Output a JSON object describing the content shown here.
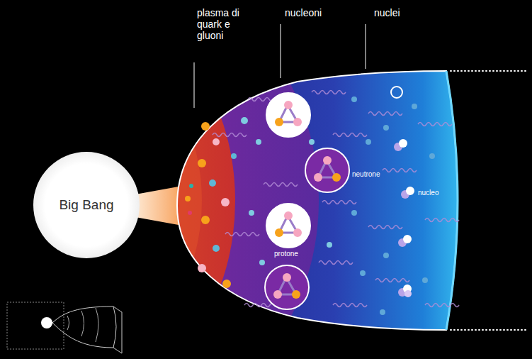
{
  "diagram": {
    "nodes": [
      {
        "text": [
          "Big Bang"
        ]
      }
    ],
    "labels": [
      "plasma di quark e gluoni",
      "nucleoni",
      "nuclei",
      "neutrone",
      "protone",
      "nucleo"
    ]
  }
}
